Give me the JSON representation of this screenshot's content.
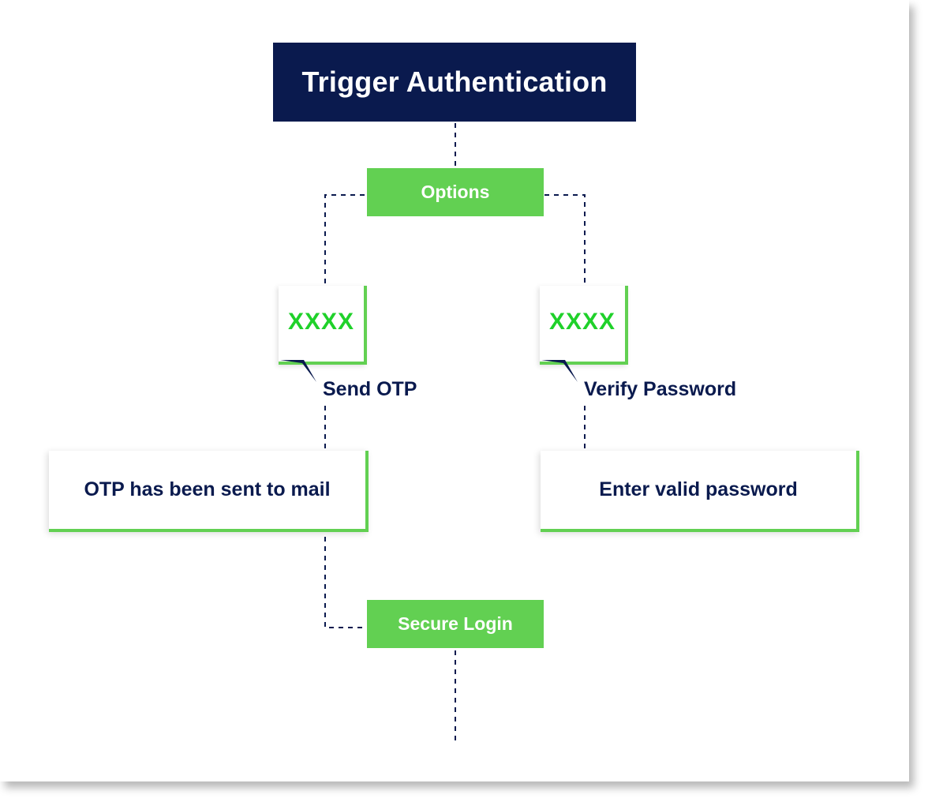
{
  "colors": {
    "navy": "#0a1a4e",
    "green": "#62d052",
    "code_green": "#1fd12a",
    "connector": "#0a1a4e"
  },
  "title": "Trigger Authentication",
  "options_label": "Options",
  "branches": [
    {
      "code": "XXXX",
      "label": "Send OTP",
      "message": "OTP has been sent to mail"
    },
    {
      "code": "XXXX",
      "label": "Verify Password",
      "message": "Enter valid password"
    }
  ],
  "final_label": "Secure Login"
}
